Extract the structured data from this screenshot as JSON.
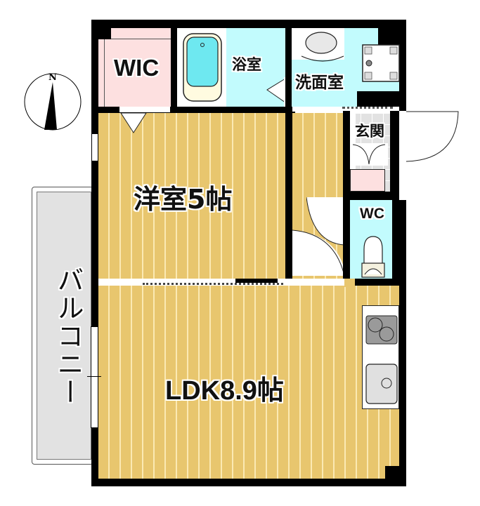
{
  "floorplan": {
    "rooms": {
      "wic": {
        "label": "WIC"
      },
      "bath": {
        "label": "浴室"
      },
      "washroom": {
        "label": "洗面室"
      },
      "entrance": {
        "label": "玄関"
      },
      "western_room": {
        "label": "洋室5帖"
      },
      "toilet": {
        "label": "WC"
      },
      "ldk": {
        "label": "LDK8.9帖"
      },
      "balcony": {
        "label": "バルコニー"
      }
    },
    "compass": {
      "label": "N"
    },
    "colors": {
      "wood_floor": "#e8c66e",
      "wet_area": "#c2fbfd",
      "storage": "#fde0e0",
      "entrance_tile": "#e2e2e2",
      "balcony": "#e2e2e2",
      "wall": "#000000"
    }
  }
}
